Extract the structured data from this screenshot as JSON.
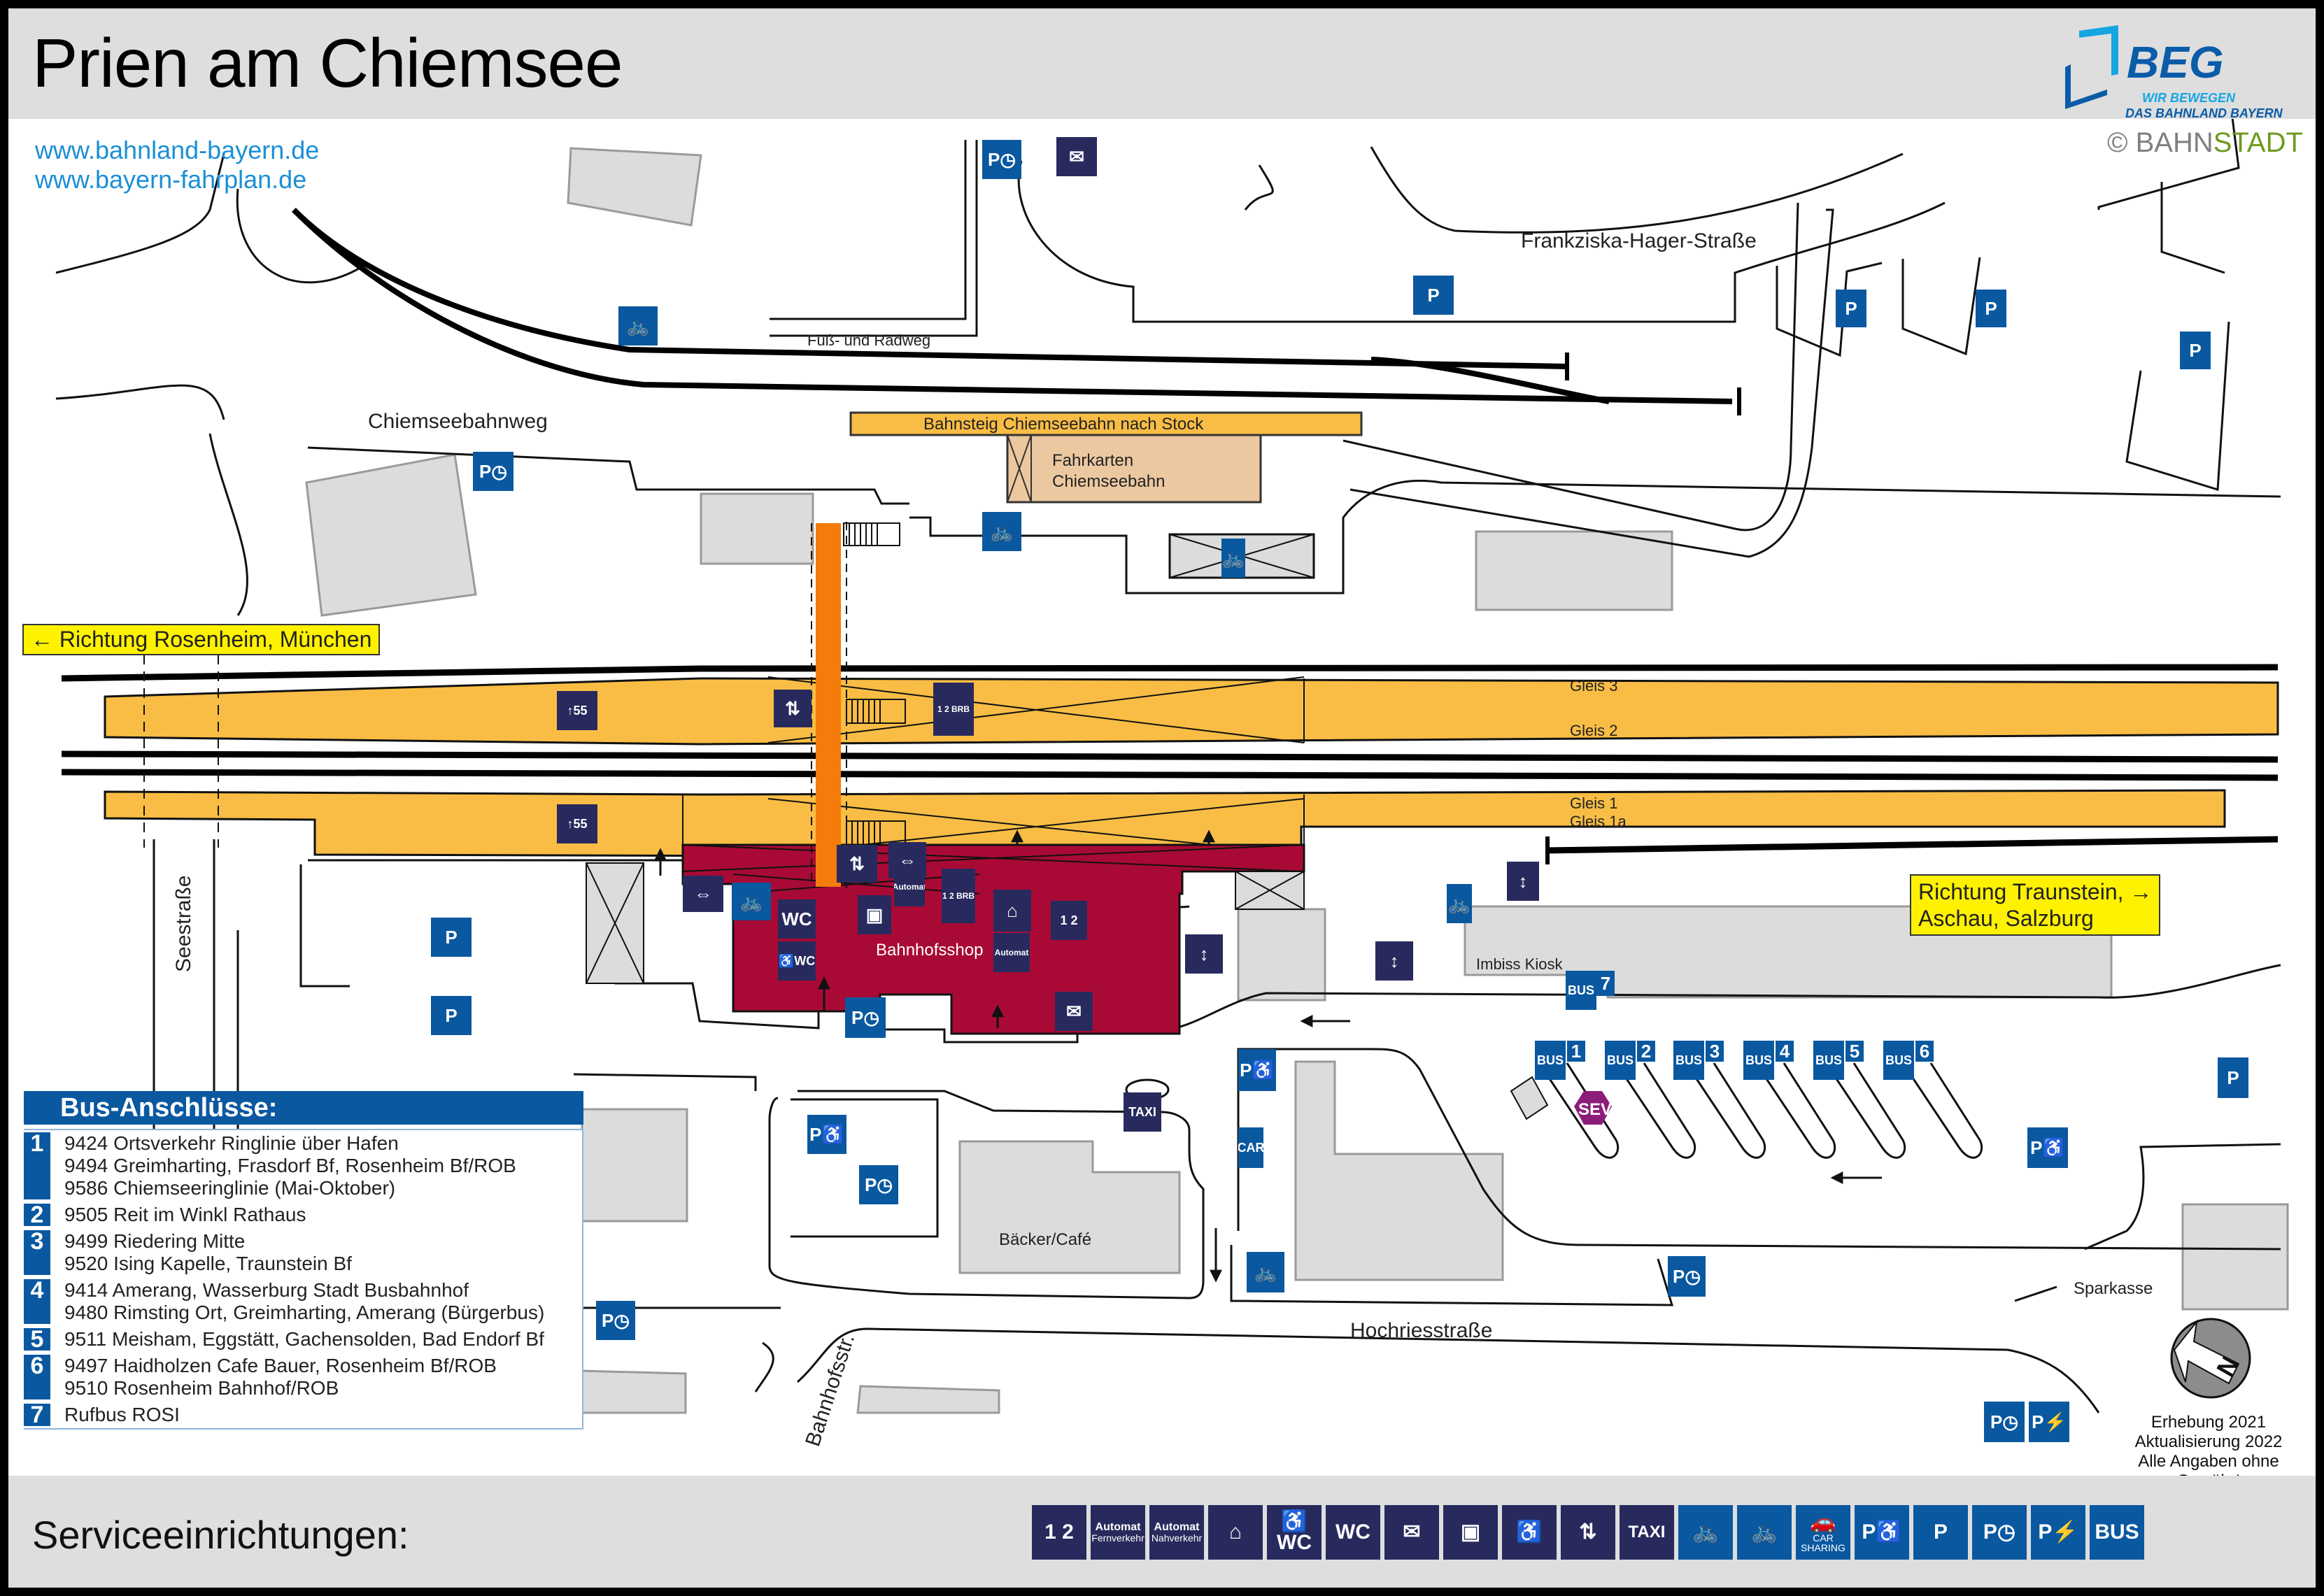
{
  "header": {
    "title": "Prien am Chiemsee",
    "brand": {
      "name": "BEG",
      "tagline_1": "WIR BEWEGEN",
      "tagline_2": "DAS BAHNLAND BAYERN",
      "colors": {
        "dark": "#0a5ca8",
        "light": "#16a5e3"
      }
    }
  },
  "links": [
    "www.bahnland-bayern.de",
    "www.bayern-fahrplan.de"
  ],
  "copyright": {
    "symbol": "©",
    "part1": "BAHN",
    "part2": "STADT"
  },
  "map": {
    "streets": {
      "frankziska": "Frankziska-Hager-Straße",
      "chiemseebahnweg": "Chiemseebahnweg",
      "fussweg": "Fuß- und Radweg",
      "seestrasse": "Seestraße",
      "bahnhofsstr": "Bahnhofsstr.",
      "hochriess": "Hochriesstraße"
    },
    "platform_chiemseebahn": "Bahnsteig Chiemseebahn nach Stock",
    "ticket_chiemseebahn": [
      "Fahrkarten",
      "Chiemseebahn"
    ],
    "tracks": {
      "gleis3": "Gleis 3",
      "gleis2": "Gleis 2",
      "gleis1": "Gleis 1",
      "gleis1a": "Gleis 1a"
    },
    "platform_height_sign": "55",
    "buildings": {
      "shop": "Bahnhofsshop",
      "imbiss": "Imbiss  Kiosk",
      "baecker": "Bäcker/Café",
      "sparkasse": "Sparkasse"
    },
    "directions": {
      "west": "Richtung Rosenheim, München",
      "east_line1": "Richtung Traunstein,",
      "east_line2": "Aschau, Salzburg"
    },
    "icon_text": {
      "parking": "P",
      "wc": "WC",
      "taxi": "TAXI",
      "bus": "BUS",
      "sev": "SEV",
      "automat": "Automat",
      "brb": "BRB",
      "car": "CAR",
      "sharing": "SHARING"
    },
    "bus_bays": [
      "1",
      "2",
      "3",
      "4",
      "5",
      "6"
    ],
    "bus_bay_7": "7",
    "colors": {
      "platform": "#f9bd45",
      "station_building": "#a80a35",
      "underpass": "#f57c0a",
      "building_grey": "#dcdcdc",
      "ticket_office": "#ecc8a0",
      "sign_navy": "#282a5e",
      "sign_blue": "#0a58a0",
      "sev_purple": "#8c1c7a",
      "direction_sign": "#fff200"
    }
  },
  "bus_connections": {
    "title": "Bus-Anschlüsse:",
    "rows": [
      {
        "bay": "1",
        "lines": [
          "9424 Ortsverkehr Ringlinie über Hafen",
          "9494 Greimharting, Frasdorf Bf, Rosenheim Bf/ROB",
          "9586 Chiemseeringlinie (Mai-Oktober)"
        ]
      },
      {
        "bay": "2",
        "lines": [
          "9505 Reit im Winkl Rathaus"
        ]
      },
      {
        "bay": "3",
        "lines": [
          "9499 Riedering Mitte",
          "9520 Ising Kapelle, Traunstein Bf"
        ]
      },
      {
        "bay": "4",
        "lines": [
          "9414 Amerang, Wasserburg Stadt Busbahnhof",
          "9480 Rimsting Ort, Greimharting, Amerang (Bürgerbus)"
        ]
      },
      {
        "bay": "5",
        "lines": [
          "9511 Meisham, Eggstätt, Gachensolden, Bad Endorf Bf"
        ]
      },
      {
        "bay": "6",
        "lines": [
          "9497 Haidholzen Cafe Bauer, Rosenheim Bf/ROB",
          "9510 Rosenheim Bahnhof/ROB"
        ]
      },
      {
        "bay": "7",
        "lines": [
          "Rufbus ROSI"
        ]
      }
    ]
  },
  "survey": {
    "line1": "Erhebung 2021",
    "line2": "Aktualisierung 2022",
    "line3": "Alle Angaben ohne Gewähr!"
  },
  "compass": "N",
  "footer": {
    "title": "Serviceeinrichtungen:",
    "icons": [
      {
        "name": "ticket-machine-1-2-icon",
        "text": "1 2",
        "sub": "",
        "color": "navy"
      },
      {
        "name": "ticket-machine-fernverkehr-icon",
        "text": "Automat",
        "sub": "Fernverkehr",
        "color": "navy"
      },
      {
        "name": "ticket-machine-nahverkehr-icon",
        "text": "Automat",
        "sub": "Nahverkehr",
        "color": "navy"
      },
      {
        "name": "waiting-room-icon",
        "text": "⌂",
        "sub": "",
        "color": "navy"
      },
      {
        "name": "accessible-wc-icon",
        "text": "♿WC",
        "sub": "",
        "color": "navy"
      },
      {
        "name": "wc-icon",
        "text": "WC",
        "sub": "",
        "color": "navy"
      },
      {
        "name": "mailbox-icon",
        "text": "✉",
        "sub": "",
        "color": "navy"
      },
      {
        "name": "luggage-locker-icon",
        "text": "▣",
        "sub": "",
        "color": "navy"
      },
      {
        "name": "wheelchair-lift-icon",
        "text": "♿",
        "sub": "",
        "color": "navy"
      },
      {
        "name": "elevator-icon",
        "text": "⇅",
        "sub": "",
        "color": "navy"
      },
      {
        "name": "taxi-icon",
        "text": "TAXI",
        "sub": "",
        "color": "navy"
      },
      {
        "name": "covered-bike-parking-icon",
        "text": "🚲",
        "sub": "",
        "color": "blue"
      },
      {
        "name": "bike-parking-icon",
        "text": "🚲",
        "sub": "",
        "color": "blue"
      },
      {
        "name": "car-sharing-icon",
        "text": "🚗",
        "sub": "CAR SHARING",
        "color": "blue"
      },
      {
        "name": "accessible-parking-icon",
        "text": "P♿",
        "sub": "",
        "color": "blue"
      },
      {
        "name": "parking-icon",
        "text": "P",
        "sub": "",
        "color": "blue"
      },
      {
        "name": "short-term-parking-icon",
        "text": "P◷",
        "sub": "",
        "color": "blue"
      },
      {
        "name": "ev-charging-parking-icon",
        "text": "P⚡",
        "sub": "",
        "color": "blue"
      },
      {
        "name": "bus-icon",
        "text": "BUS",
        "sub": "",
        "color": "blue"
      }
    ]
  }
}
